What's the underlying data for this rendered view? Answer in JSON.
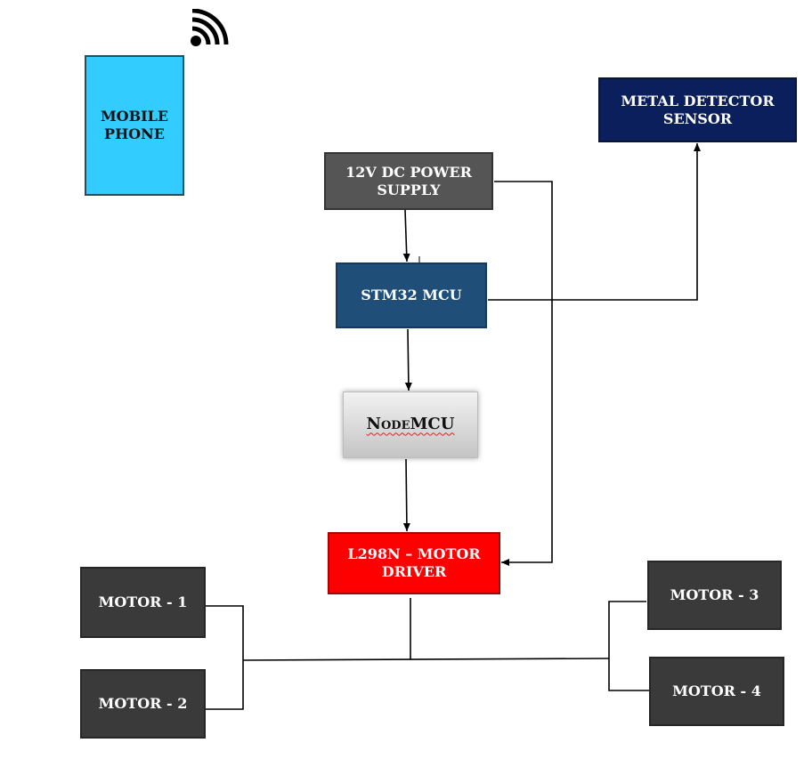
{
  "blocks": {
    "mobile_phone": "MOBILE\nPHONE",
    "metal_detector": "METAL DETECTOR\nSENSOR",
    "power_supply": "12V DC POWER\nSUPPLY",
    "mcu": "STM32 MCU",
    "nodemcu": "NodeMCU",
    "motor_driver": "L298N – MOTOR\nDRIVER",
    "motor1": "MOTOR - 1",
    "motor2": "MOTOR - 2",
    "motor3": "MOTOR - 3",
    "motor4": "MOTOR - 4"
  },
  "icons": {
    "wifi": "wifi-icon"
  },
  "colors": {
    "mobile_phone": "#33ccff",
    "metal_detector": "#0a1f5c",
    "power_supply": "#555555",
    "mcu": "#1f4e79",
    "nodemcu": "#d9d9d9",
    "motor_driver": "#ff0000",
    "motor": "#3a3a3a",
    "wire": "#000000"
  }
}
